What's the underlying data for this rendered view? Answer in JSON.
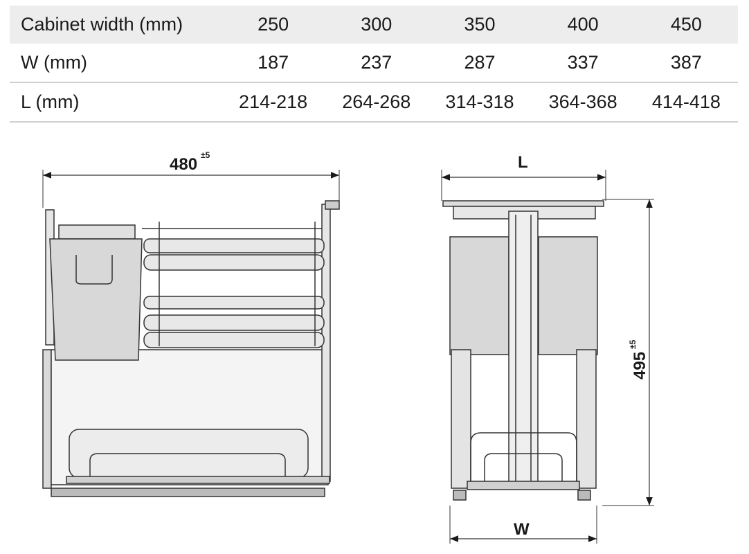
{
  "table": {
    "rows": [
      {
        "label": "Cabinet width (mm)",
        "values": [
          "250",
          "300",
          "350",
          "400",
          "450"
        ]
      },
      {
        "label": "W (mm)",
        "values": [
          "187",
          "237",
          "287",
          "337",
          "387"
        ]
      },
      {
        "label": "L (mm)",
        "values": [
          "214-218",
          "264-268",
          "314-318",
          "364-368",
          "414-418"
        ]
      }
    ]
  },
  "side_view": {
    "depth_label": "480",
    "depth_tolerance": "±5"
  },
  "front_view": {
    "top_label": "L",
    "bottom_label": "W",
    "height_label": "495",
    "height_tolerance": "±5"
  }
}
